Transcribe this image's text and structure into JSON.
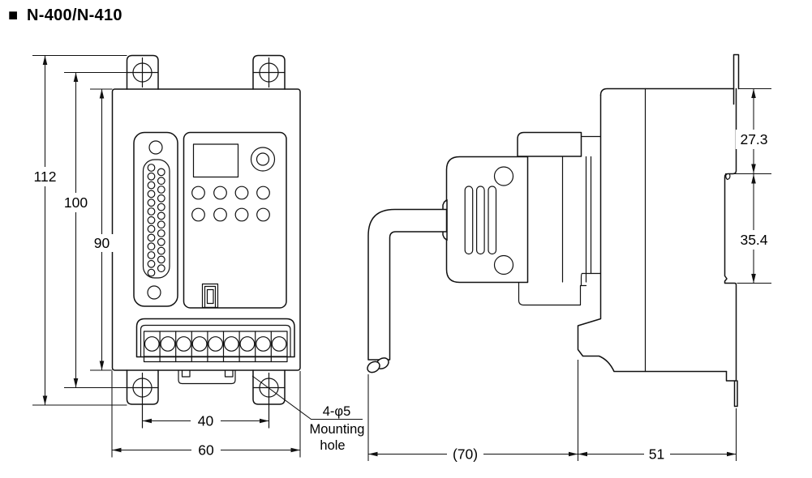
{
  "page": {
    "bullet": "■",
    "title": "N-400/N-410"
  },
  "front_view": {
    "dimensions": {
      "overall_height": "112",
      "mounting_pitch_vertical": "100",
      "body_height": "90",
      "mounting_pitch_horizontal": "40",
      "body_width": "60"
    },
    "mounting_note": {
      "line1": "4-φ5",
      "line2": "Mounting",
      "line3": "hole"
    }
  },
  "side_view": {
    "dimensions": {
      "top_to_rail_hook": "27.3",
      "rail_section_height": "35.4",
      "depth_with_connector": "(70)",
      "body_depth": "51"
    }
  }
}
